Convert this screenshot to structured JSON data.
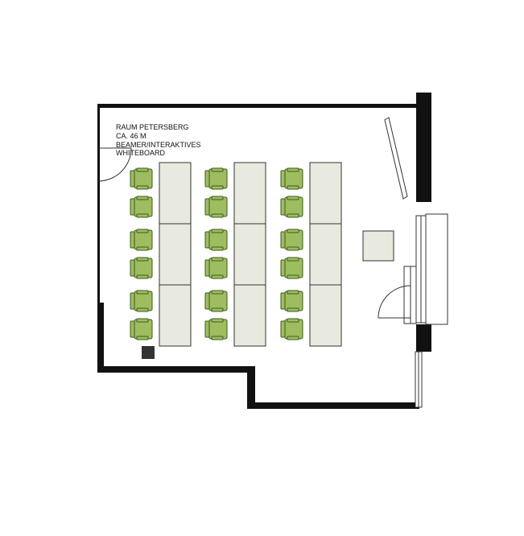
{
  "room": {
    "name": "RAUM PETERSBERG",
    "area": "CA. 46 M",
    "equipment_line1": "BEAMER/INTERAKTIVES",
    "equipment_line2": "WHITEBOARD"
  },
  "colors": {
    "wall": "#111111",
    "chair_fill": "#9dbd60",
    "chair_stroke": "#3f5a1c",
    "table_fill": "#e9eadf",
    "table_stroke": "#333333",
    "window_fill": "#ffffff",
    "furniture_stroke": "#333333",
    "speaker_fill": "#333333"
  },
  "layout": {
    "table_columns": 3,
    "tables_per_column": 3,
    "chairs_per_column": 6
  }
}
